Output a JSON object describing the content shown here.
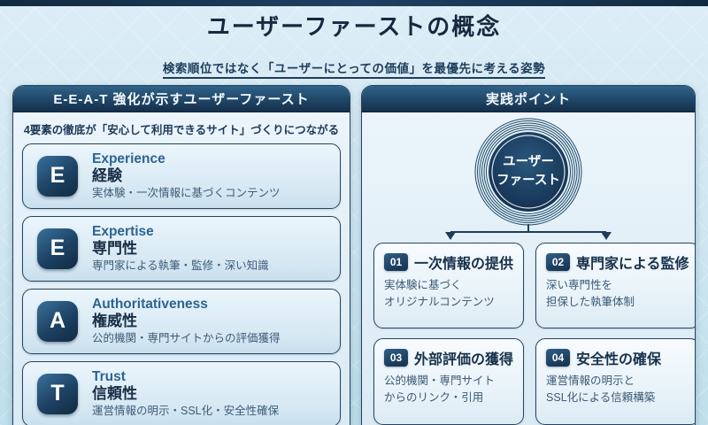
{
  "page": {
    "title": "ユーザーファーストの概念",
    "subtitle": "検索順位ではなく「ユーザーにとっての価値」を最優先に考える姿勢"
  },
  "colors": {
    "deep_navy": "#142f4b",
    "header_gradient_top": "#2f6389",
    "panel_border": "#24425d",
    "page_background": "#cfe6f1",
    "accent_text_blue": "#2d6391",
    "text_navy": "#1a3050"
  },
  "left_panel": {
    "header": "E-E-A-T 強化が示すユーザーファースト",
    "note": "4要素の徹底が「安心して利用できるサイト」づくりにつながる",
    "items": [
      {
        "letter": "E",
        "en": "Experience",
        "ja": "経験",
        "desc": "実体験・一次情報に基づくコンテンツ"
      },
      {
        "letter": "E",
        "en": "Expertise",
        "ja": "専門性",
        "desc": "専門家による執筆・監修・深い知識"
      },
      {
        "letter": "A",
        "en": "Authoritativeness",
        "ja": "権威性",
        "desc": "公的機関・専門サイトからの評価獲得"
      },
      {
        "letter": "T",
        "en": "Trust",
        "ja": "信頼性",
        "desc": "運営情報の明示・SSL化・安全性確保"
      }
    ]
  },
  "right_panel": {
    "header": "実践ポイント",
    "circle_label": "ユーザー\nファースト",
    "points": [
      {
        "num": "01",
        "title": "一次情報の提供",
        "desc": "実体験に基づく\nオリジナルコンテンツ"
      },
      {
        "num": "02",
        "title": "専門家による監修",
        "desc": "深い専門性を\n担保した執筆体制"
      },
      {
        "num": "03",
        "title": "外部評価の獲得",
        "desc": "公的機関・専門サイト\nからのリンク・引用"
      },
      {
        "num": "04",
        "title": "安全性の確保",
        "desc": "運営情報の明示と\nSSL化による信頼構築"
      }
    ]
  }
}
